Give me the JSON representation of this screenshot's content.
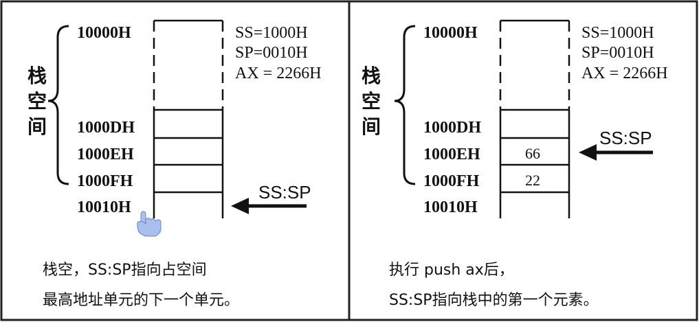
{
  "panels": [
    {
      "addresses": [
        "10000H",
        "1000DH",
        "1000EH",
        "1000FH",
        "10010H"
      ],
      "registers": [
        "SS=1000H",
        "SP=0010H",
        "AX = 2266H"
      ],
      "stack_label": [
        "栈",
        "空",
        "间"
      ],
      "cells": [
        "",
        "",
        ""
      ],
      "pointer_label": "SS:SP",
      "pointer_target": "10010H",
      "caption": [
        "栈空，SS:SP指向占空间",
        "最高地址单元的下一个单元。"
      ],
      "cursor_icon": "hand-pointer-icon"
    },
    {
      "addresses": [
        "10000H",
        "1000DH",
        "1000EH",
        "1000FH",
        "10010H"
      ],
      "registers": [
        "SS=1000H",
        "SP=0010H",
        "AX = 2266H"
      ],
      "stack_label": [
        "栈",
        "空",
        "间"
      ],
      "cells": [
        "",
        "66",
        "22"
      ],
      "pointer_label": "SS:SP",
      "pointer_target": "1000EH",
      "caption": [
        "执行 push ax后，",
        "SS:SP指向栈中的第一个元素。"
      ]
    }
  ],
  "colors": {
    "border": "#222222",
    "text": "#111111",
    "cursor": "#9db6e8"
  }
}
